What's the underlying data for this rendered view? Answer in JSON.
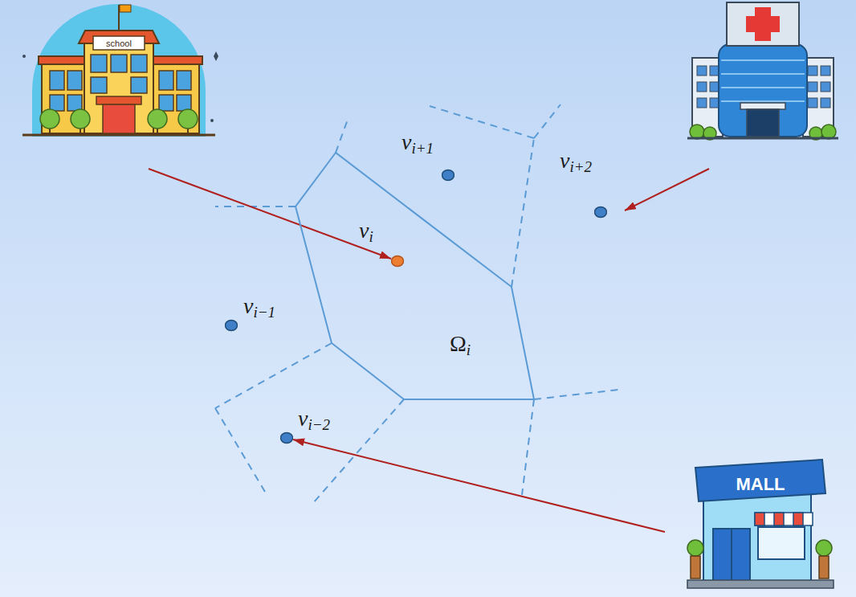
{
  "diagram": {
    "nodes": [
      {
        "text": [
          "Ωi"
        ]
      },
      {
        "text": [
          "vi"
        ],
        "in": 0
      },
      {
        "text": [
          "vi+1"
        ]
      },
      {
        "text": [
          "vi+2"
        ]
      },
      {
        "text": [
          "vi−1"
        ]
      },
      {
        "text": [
          "vi−2"
        ]
      },
      {
        "text": [
          "school"
        ]
      },
      {
        "text": [
          "MALL"
        ]
      }
    ],
    "edges": [
      {
        "from": 6,
        "to": 1,
        "arrow": "to"
      },
      {
        "from": 7,
        "to": 5,
        "arrow": "to"
      }
    ]
  }
}
